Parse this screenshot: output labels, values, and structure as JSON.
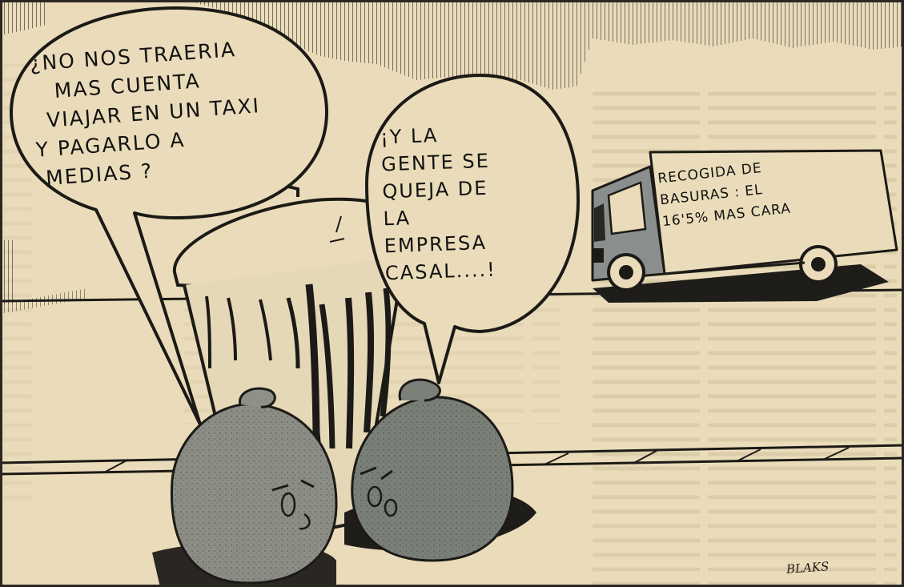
{
  "left_bubble": {
    "lines": [
      "¿NO NOS TRAERIA",
      "MAS CUENTA",
      "VIAJAR EN UN TAXI",
      "Y PAGARLO A",
      "MEDIAS ?"
    ]
  },
  "right_bubble": {
    "lines": [
      "¡Y LA",
      "GENTE SE",
      "QUEJA DE",
      "LA",
      "EMPRESA",
      "CASAL....!"
    ]
  },
  "truck_sign": {
    "lines": [
      "RECOGIDA DE",
      "BASURAS : EL",
      "16'5% MAS CARA"
    ]
  },
  "signature": "BLAKS",
  "colors": {
    "paper": "#eadcba",
    "ink": "#1c1a17",
    "truck_cab": "#8a8f8d",
    "bag_left": "#8f9088",
    "bag_right": "#7b8179"
  }
}
